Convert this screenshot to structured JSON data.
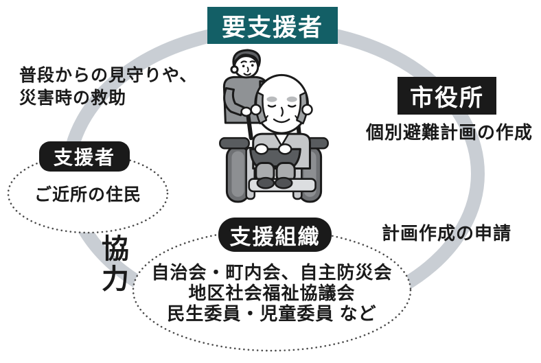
{
  "colors": {
    "teal": "#135F66",
    "box_black": "#1A1A1A",
    "ring_gray": "#C9CED4",
    "text": "#1A1A1A"
  },
  "top": {
    "label": "要支援者"
  },
  "left_note": {
    "line1": "普段からの見守りや、",
    "line2": "災害時の救助"
  },
  "supporter": {
    "label": "支援者",
    "member": "ご近所の住民"
  },
  "city": {
    "label": "市役所",
    "plan_note": "個別避難計画の作成",
    "request_note": "計画作成の申請"
  },
  "organization": {
    "label": "支援組織",
    "members": [
      "自治会・町内会、自主防災会",
      "地区社会福祉協議会",
      "民生委員・児童委員 など"
    ]
  },
  "cooperation": {
    "char1": "協",
    "char2": "力"
  },
  "illustration": {
    "name": "caregiver-pushing-wheelchair"
  }
}
